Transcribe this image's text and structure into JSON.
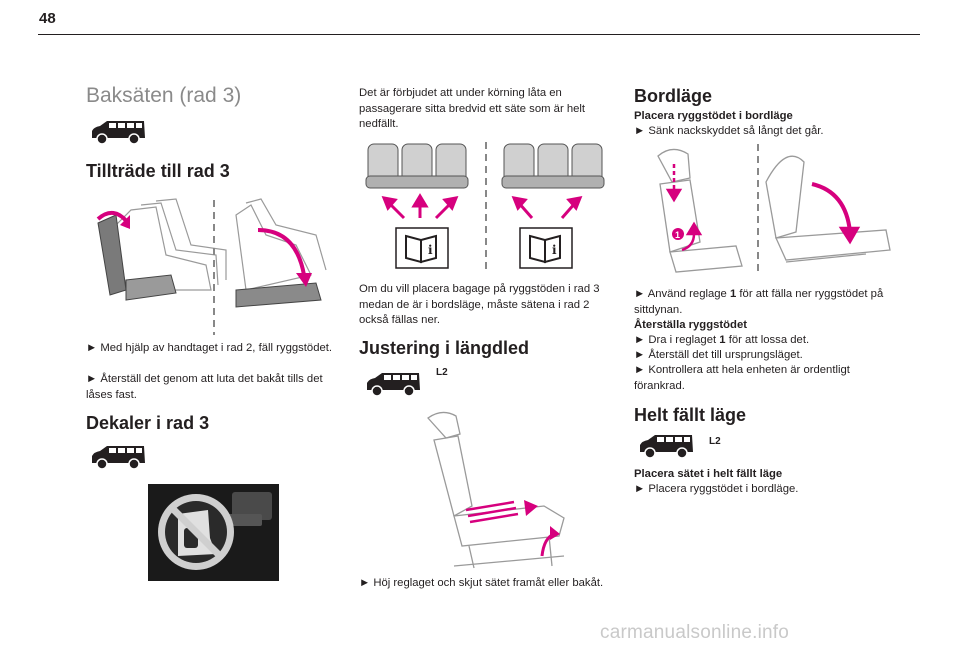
{
  "page_number": "48",
  "col1": {
    "title": "Baksäten (rad 3)",
    "h_access": "Tillträde till rad 3",
    "access_step1": "► Med hjälp av handtaget i rad 2, fäll ryggstödet.",
    "access_step2": "► Återställ det genom att luta det bakåt tills det låses fast.",
    "h_decals": "Dekaler i rad 3"
  },
  "col2": {
    "warning": "Det är förbjudet att under körning låta en passagerare sitta bredvid ett säte som är helt nedfällt.",
    "luggage_note": "Om du vill placera bagage på ryggstöden i rad 3 medan de är i bordsläge, måste sätena i rad 2 också fällas ner.",
    "h_adjust": "Justering i längdled",
    "adjust_tag": "L2",
    "adjust_step": "► Höj reglaget och skjut sätet framåt eller bakåt."
  },
  "col3": {
    "h_table": "Bordläge",
    "table_sub": "Placera ryggstödet i bordläge",
    "table_step1": "► Sänk nackskyddet så långt det går.",
    "table_step2_pre": "► Använd reglage ",
    "table_step2_num": "1",
    "table_step2_post": " för att fälla ner ryggstödet på sittdynan.",
    "restore_sub": "Återställa ryggstödet",
    "restore_step1_pre": "► Dra i reglaget ",
    "restore_step1_num": "1",
    "restore_step1_post": " för att lossa det.",
    "restore_step2": "► Återställ det till ursprungsläget.",
    "restore_step3": "► Kontrollera att hela enheten är ordentligt förankrad.",
    "h_flat": "Helt fällt läge",
    "flat_tag": "L2",
    "flat_sub": "Placera sätet i helt fällt läge",
    "flat_step": "► Placera ryggstödet i bordläge."
  },
  "watermark": "carmanualsonline.info",
  "colors": {
    "accent": "#d6007e",
    "text": "#231f20",
    "heading_grey": "#8a8a8a"
  },
  "icons": [
    "van-icon",
    "book-info-icon",
    "seat-illustration",
    "no-child-seat-decal"
  ]
}
